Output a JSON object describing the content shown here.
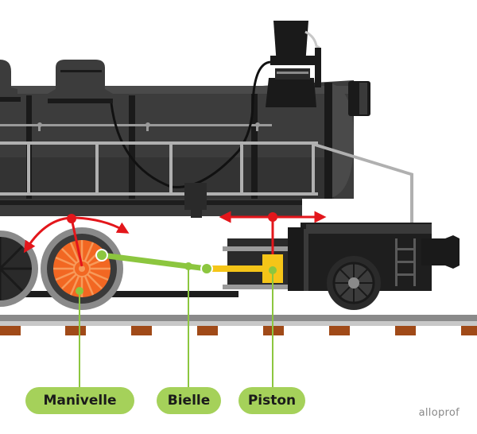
{
  "labels": {
    "manivelle": "Manivelle",
    "bielle": "Bielle",
    "piston": "Piston"
  },
  "brand": "alloprof",
  "colors": {
    "label_fill": "#a5d15a",
    "pointer_line": "#8cc63f",
    "motion_arrow": "#e3161b",
    "crank_wheel": "#f26722",
    "piston": "#f5c518",
    "connecting_rod": "#8cc63f",
    "locomotive_body": "#3c3c3c",
    "rail": "#8a8a8a",
    "sleeper": "#a04a18"
  }
}
